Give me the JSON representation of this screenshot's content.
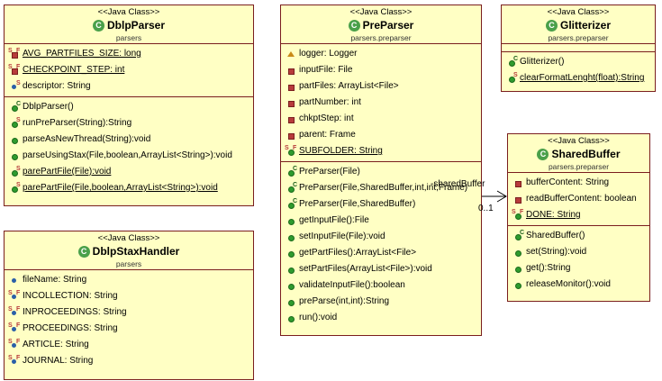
{
  "stereotype": "<<Java Class>>",
  "classes": {
    "dblp_parser": {
      "name": "DblpParser",
      "package": "parsers",
      "fields": [
        "AVG_PARTFILES_SIZE: long",
        "CHECKPOINT_STEP: int",
        "descriptor: String"
      ],
      "methods": [
        "DblpParser()",
        "runPreParser(String):String",
        "parseAsNewThread(String):void",
        "parseUsingStax(File,boolean,ArrayList<String>):void",
        "parePartFile(File):void",
        "parePartFile(File,boolean,ArrayList<String>):void"
      ]
    },
    "dblp_stax_handler": {
      "name": "DblpStaxHandler",
      "package": "parsers",
      "fields": [
        "fileName: String",
        "INCOLLECTION: String",
        "INPROCEEDINGS: String",
        "PROCEEDINGS: String",
        "ARTICLE: String",
        "JOURNAL: String"
      ]
    },
    "pre_parser": {
      "name": "PreParser",
      "package": "parsers.preparser",
      "fields": [
        "logger: Logger",
        "inputFile: File",
        "partFiles: ArrayList<File>",
        "partNumber: int",
        "chkptStep: int",
        "parent: Frame",
        "SUBFOLDER: String"
      ],
      "methods": [
        "PreParser(File)",
        "PreParser(File,SharedBuffer,int,int,Frame)",
        "PreParser(File,SharedBuffer)",
        "getInputFile():File",
        "setInputFile(File):void",
        "getPartFiles():ArrayList<File>",
        "setPartFiles(ArrayList<File>):void",
        "validateInputFile():boolean",
        "preParse(int,int):String",
        "run():void"
      ]
    },
    "glitterizer": {
      "name": "Glitterizer",
      "package": "parsers.preparser",
      "methods": [
        "Glitterizer()",
        "clearFormatLenght(float):String"
      ]
    },
    "shared_buffer": {
      "name": "SharedBuffer",
      "package": "parsers.preparser",
      "fields": [
        "bufferContent: String",
        "readBufferContent: boolean",
        "DONE: String"
      ],
      "methods": [
        "SharedBuffer()",
        "set(String):void",
        "get():String",
        "releaseMonitor():void"
      ]
    }
  },
  "association": {
    "role": "-sharedBuffer",
    "multiplicity": "0..1"
  }
}
